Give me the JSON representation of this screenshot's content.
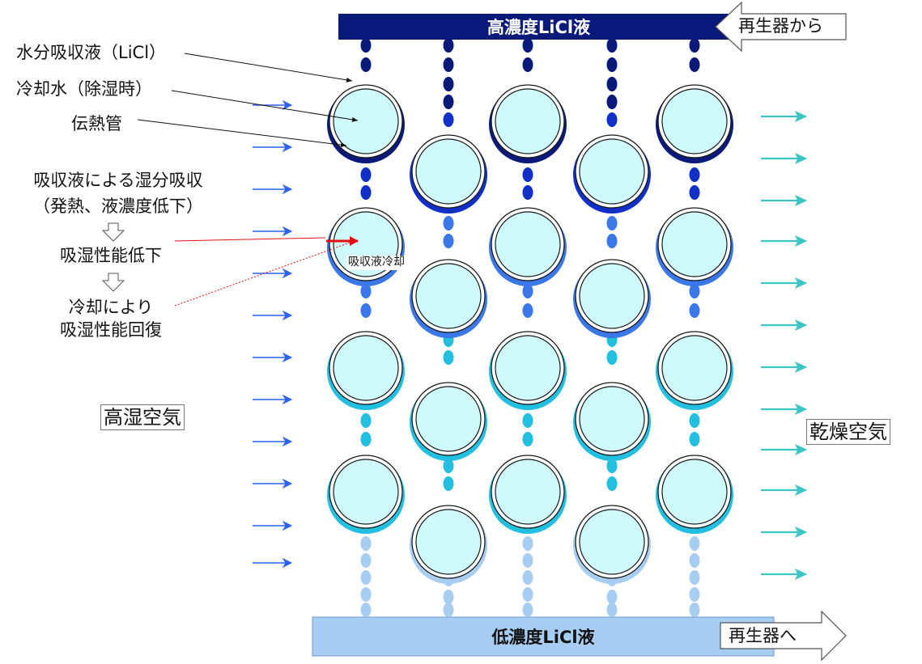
{
  "top_bar_label": "高濃度LiCl液",
  "bottom_bar_label": "低濃度LiCl液",
  "from_regenerator": "再生器から",
  "to_regenerator": "再生器へ",
  "callouts": {
    "absorbent": "水分吸収液（LiCl）",
    "cooling_water": "冷却水（除湿時）",
    "heat_tube": "伝熱管"
  },
  "explanation": {
    "line1": "吸収液による湿分吸収",
    "line2": "（発熱、液濃度低下）",
    "line3": "吸湿性能低下",
    "line4": "冷却により",
    "line5": "吸湿性能回復"
  },
  "cooling_label": "吸収液冷却",
  "humid_air": "高湿空気",
  "dry_air": "乾燥空気",
  "colors": {
    "top_bar": "#0a1a7a",
    "bottom_bar": "#a8cdf2",
    "tube_fill": "#cffafc",
    "inlet_arrow": "#2a62e8",
    "outlet_arrow": "#3cc4c4",
    "red_arrow": "#e01010",
    "liquid_gradient": [
      "#0a1a7a",
      "#1030c8",
      "#3a78ea",
      "#22bfe0",
      "#a8cdf2"
    ]
  }
}
